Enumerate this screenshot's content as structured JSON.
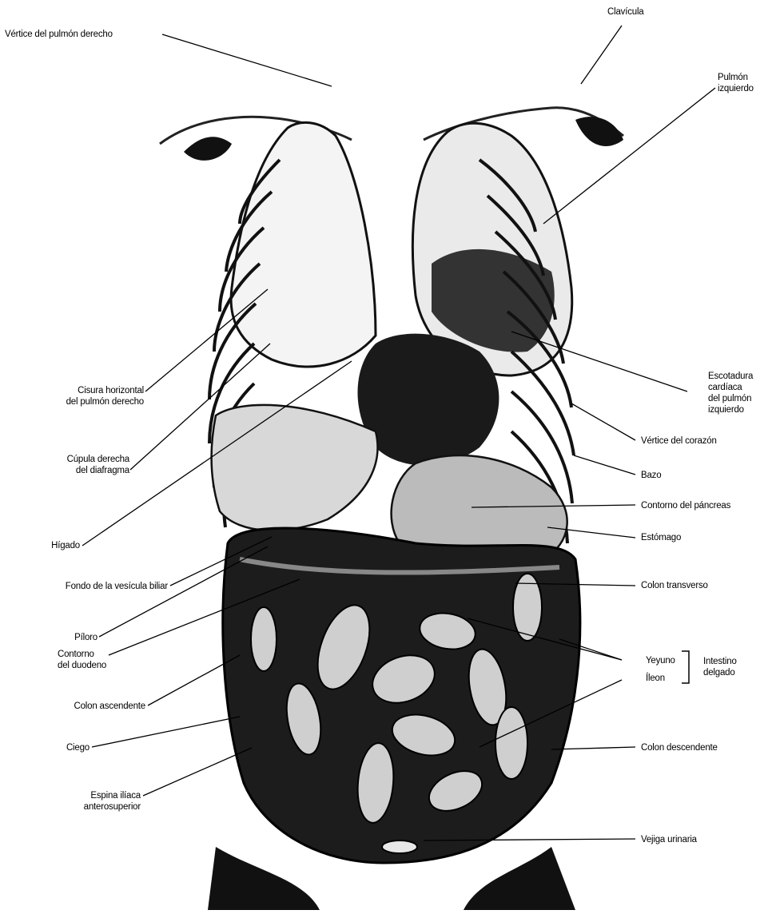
{
  "labels": {
    "vertice_pulmon_derecho": "Vértice del pulmón derecho",
    "clavicula": "Clavícula",
    "pulmon_izquierdo": "Pulmón\nizquierdo",
    "cisura_horizontal": "Cisura horizontal\ndel pulmón derecho",
    "escotadura_cardiaca": "Escotadura\ncardíaca\ndel pulmón\nizquierdo",
    "vertice_corazon": "Vértice del corazón",
    "cupula_derecha": "Cúpula derecha\ndel diafragma",
    "bazo": "Bazo",
    "contorno_pancreas": "Contorno del páncreas",
    "higado": "Hígado",
    "estomago": "Estómago",
    "fondo_vesicula": "Fondo de la vesícula biliar",
    "colon_transverso": "Colon transverso",
    "piloro": "Píloro",
    "contorno_duodeno": "Contorno\ndel duodeno",
    "yeyuno": "Yeyuno",
    "ileon": "Íleon",
    "intestino_delgado": "Intestino\ndelgado",
    "colon_ascendente": "Colon ascendente",
    "ciego": "Ciego",
    "colon_descendente": "Colon descendente",
    "espina_iliaca": "Espina ilíaca\nanterosuperior",
    "vejiga": "Vejiga urinaria"
  }
}
